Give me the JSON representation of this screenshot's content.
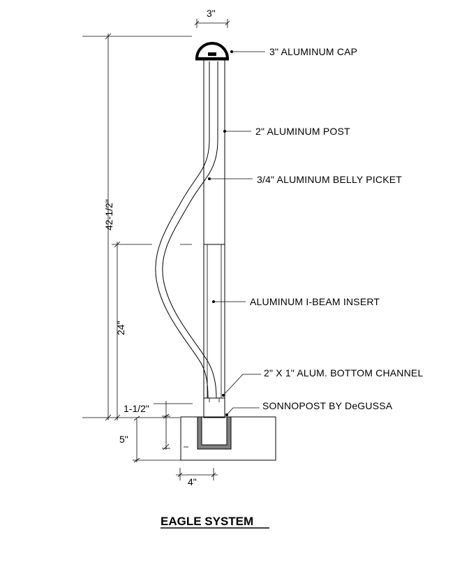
{
  "title": "EAGLE SYSTEM",
  "dimensions": {
    "cap_width": "3\"",
    "overall_height": "42-1/2\"",
    "insert_height": "24\"",
    "channel_height": "1-1/2\"",
    "embed_depth": "5\"",
    "base_width": "4\""
  },
  "callouts": {
    "cap": "3\" ALUMINUM CAP",
    "post": "2\" ALUMINUM POST",
    "picket": "3/4\" ALUMINUM  BELLY PICKET",
    "insert": "ALUMINUM I-BEAM INSERT",
    "channel": "2\" X 1\" ALUM. BOTTOM CHANNEL",
    "sonnopost": "SONNOPOST BY DeGUSSA"
  }
}
